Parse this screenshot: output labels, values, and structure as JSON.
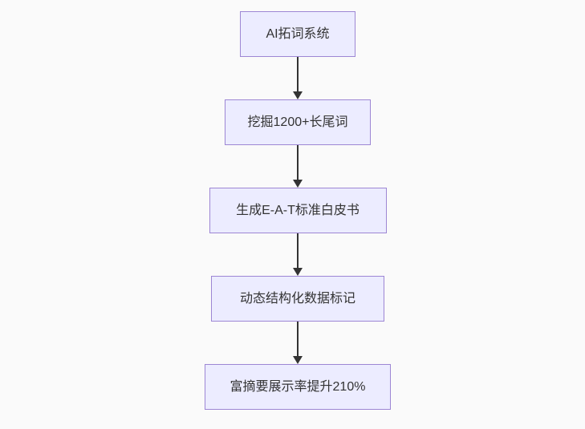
{
  "page": {
    "background_color": "#fafafa"
  },
  "flowchart": {
    "type": "flowchart",
    "direction": "top-down",
    "colors": {
      "node_fill": "#ECECFF",
      "node_border": "#9370DB",
      "node_text": "#333333",
      "arrow": "#333333"
    },
    "nodes": [
      {
        "id": "n1",
        "label": "AI拓词系统"
      },
      {
        "id": "n2",
        "label": "挖掘1200+长尾词"
      },
      {
        "id": "n3",
        "label": "生成E-A-T标准白皮书"
      },
      {
        "id": "n4",
        "label": "动态结构化数据标记"
      },
      {
        "id": "n5",
        "label": "富摘要展示率提升210%"
      }
    ],
    "edges": [
      {
        "from": "n1",
        "to": "n2"
      },
      {
        "from": "n2",
        "to": "n3"
      },
      {
        "from": "n3",
        "to": "n4"
      },
      {
        "from": "n4",
        "to": "n5"
      }
    ]
  }
}
